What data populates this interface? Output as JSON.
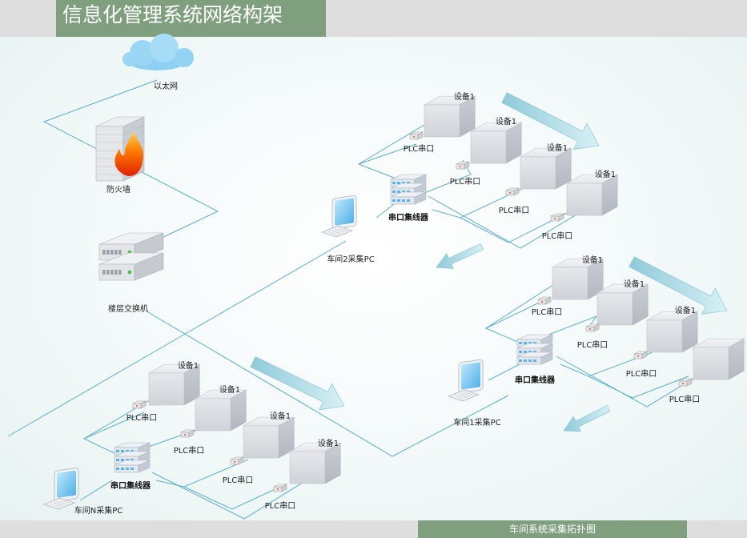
{
  "title": "信息化管理系统网络构架",
  "footer": "车间系统采集拓扑图",
  "labels": {
    "internet": "以太网",
    "firewall": "防火墙",
    "switch": "楼层交换机",
    "pc2": "车间2采集PC",
    "pc1": "车间1采集PC",
    "pcn": "车间N采集PC",
    "hub": "串口集线器",
    "plc": "PLC串口",
    "device": "设备1"
  },
  "colors": {
    "title_bg": "#7f9f7f",
    "bar_bg": "#dedede",
    "line": "#5aaec8",
    "arrow": "#a9dbe6"
  }
}
